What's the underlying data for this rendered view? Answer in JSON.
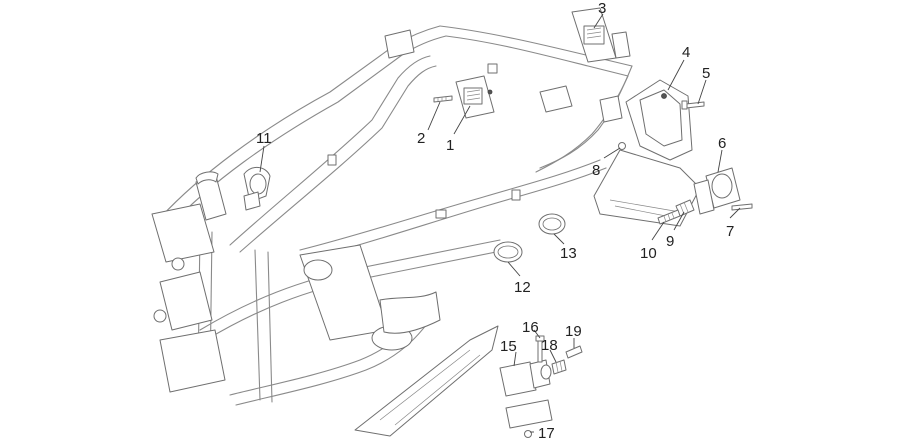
{
  "diagram": {
    "callouts": [
      "1",
      "2",
      "3",
      "4",
      "5",
      "6",
      "7",
      "8",
      "9",
      "10",
      "11",
      "12",
      "13",
      "15",
      "16",
      "17",
      "18",
      "19"
    ]
  }
}
